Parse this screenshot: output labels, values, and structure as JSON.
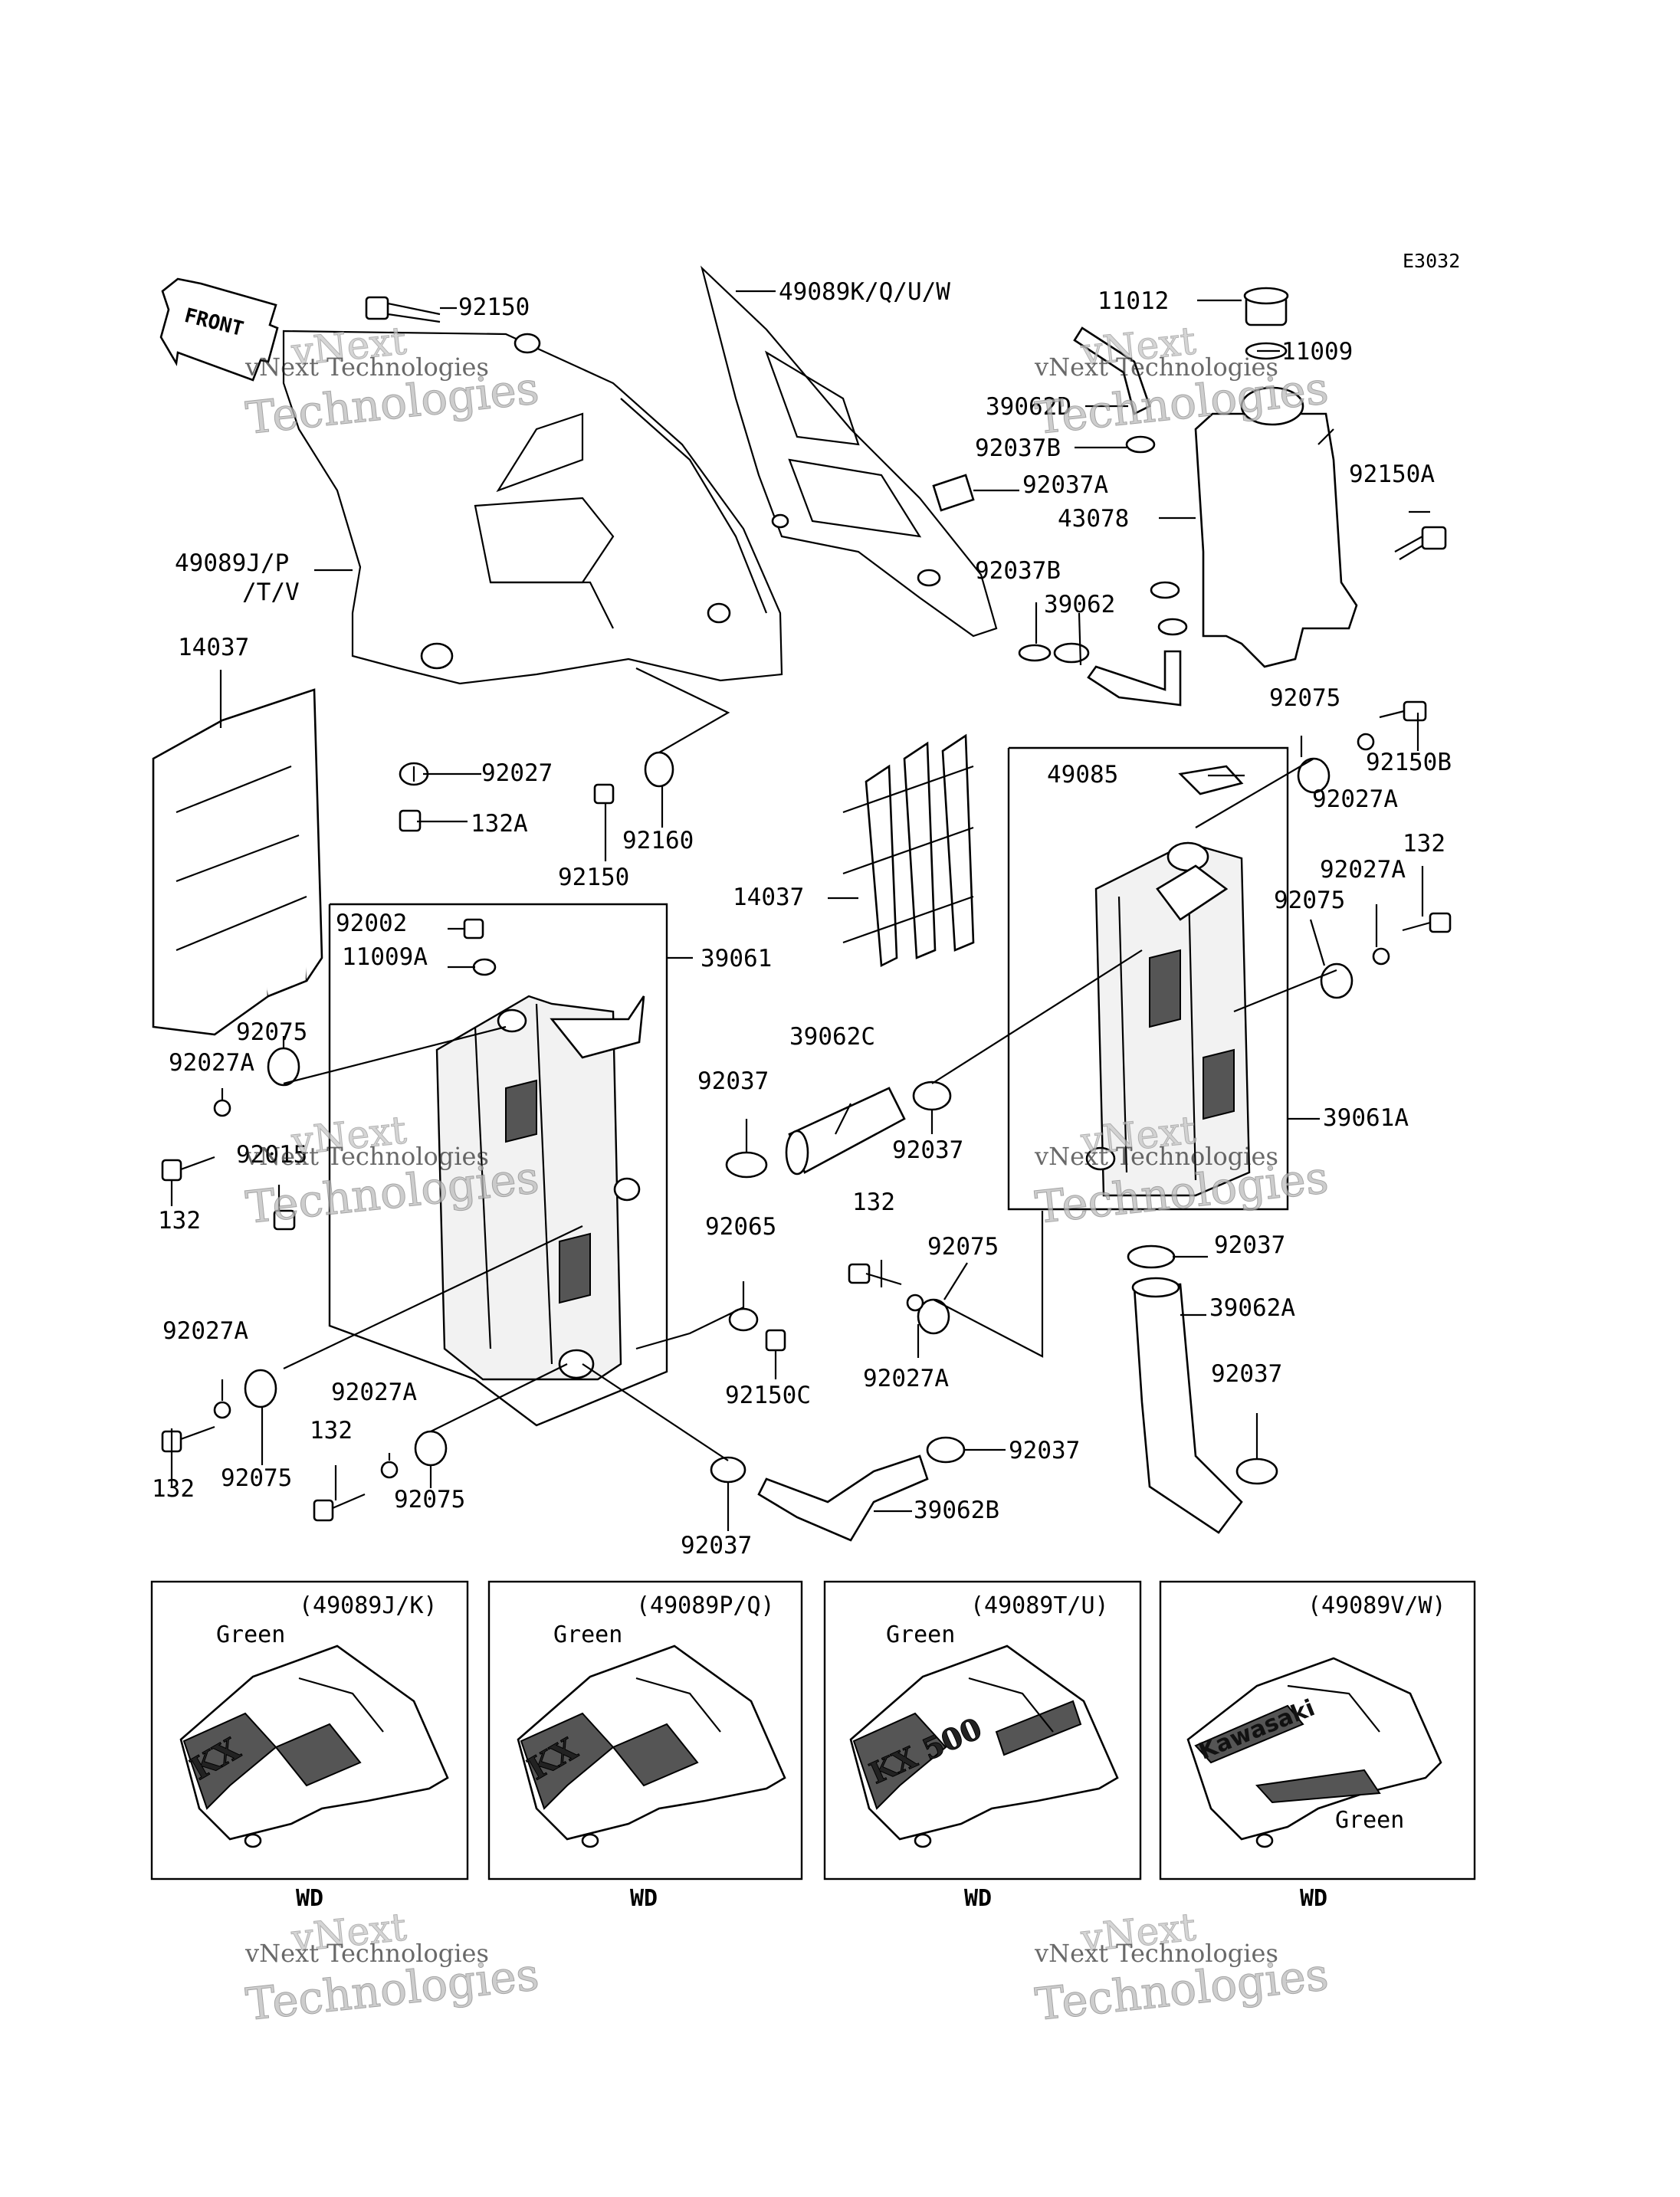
{
  "diagram_code": "E3032",
  "front_label": "FRONT",
  "watermark": {
    "line1": "vNext Technologies",
    "line2": "Technologies",
    "line0": "vNext"
  },
  "parts": [
    {
      "id": "p1",
      "text": "92150"
    },
    {
      "id": "p2",
      "text": "49089K/Q/U/W"
    },
    {
      "id": "p3",
      "text": "11012"
    },
    {
      "id": "p4",
      "text": "11009"
    },
    {
      "id": "p5",
      "text": "39062D"
    },
    {
      "id": "p6",
      "text": "92037B"
    },
    {
      "id": "p7",
      "text": "92037A"
    },
    {
      "id": "p8",
      "text": "43078"
    },
    {
      "id": "p9",
      "text": "92150A"
    },
    {
      "id": "p10",
      "text": "49089J/P"
    },
    {
      "id": "p11",
      "text": "/T/V"
    },
    {
      "id": "p12",
      "text": "92037B"
    },
    {
      "id": "p13",
      "text": "39062"
    },
    {
      "id": "p14",
      "text": "14037"
    },
    {
      "id": "p15",
      "text": "92075"
    },
    {
      "id": "p16",
      "text": "92150B"
    },
    {
      "id": "p17",
      "text": "92027A"
    },
    {
      "id": "p18",
      "text": "49085"
    },
    {
      "id": "p19",
      "text": "92027"
    },
    {
      "id": "p20",
      "text": "132A"
    },
    {
      "id": "p21",
      "text": "92160"
    },
    {
      "id": "p22",
      "text": "92150"
    },
    {
      "id": "p23",
      "text": "132"
    },
    {
      "id": "p24",
      "text": "92027A"
    },
    {
      "id": "p25",
      "text": "14037"
    },
    {
      "id": "p26",
      "text": "92075"
    },
    {
      "id": "p27",
      "text": "92002"
    },
    {
      "id": "p28",
      "text": "11009A"
    },
    {
      "id": "p29",
      "text": "39061"
    },
    {
      "id": "p30",
      "text": "92075"
    },
    {
      "id": "p31",
      "text": "92027A"
    },
    {
      "id": "p32",
      "text": "39062C"
    },
    {
      "id": "p33",
      "text": "92037"
    },
    {
      "id": "p34",
      "text": "92037"
    },
    {
      "id": "p35",
      "text": "39061A"
    },
    {
      "id": "p36",
      "text": "92015"
    },
    {
      "id": "p37",
      "text": "132"
    },
    {
      "id": "p38",
      "text": "132"
    },
    {
      "id": "p39",
      "text": "92065"
    },
    {
      "id": "p40",
      "text": "92037"
    },
    {
      "id": "p41",
      "text": "92075"
    },
    {
      "id": "p42",
      "text": "39062A"
    },
    {
      "id": "p43",
      "text": "92150C"
    },
    {
      "id": "p44",
      "text": "92027A"
    },
    {
      "id": "p45",
      "text": "92037"
    },
    {
      "id": "p46",
      "text": "92027A"
    },
    {
      "id": "p47",
      "text": "92027A"
    },
    {
      "id": "p48",
      "text": "132"
    },
    {
      "id": "p49",
      "text": "92037"
    },
    {
      "id": "p50",
      "text": "92075"
    },
    {
      "id": "p51",
      "text": "132"
    },
    {
      "id": "p52",
      "text": "92075"
    },
    {
      "id": "p53",
      "text": "92037"
    },
    {
      "id": "p54",
      "text": "39062B"
    }
  ],
  "variants": [
    {
      "title": "(49089J/K)",
      "color": "Green",
      "caption": "WD",
      "logo": "KX"
    },
    {
      "title": "(49089P/Q)",
      "color": "Green",
      "caption": "WD",
      "logo": "KX"
    },
    {
      "title": "(49089T/U)",
      "color": "Green",
      "caption": "WD",
      "logo": "KX 500"
    },
    {
      "title": "(49089V/W)",
      "color": "Green",
      "caption": "WD",
      "logo": "Kawasaki"
    }
  ]
}
